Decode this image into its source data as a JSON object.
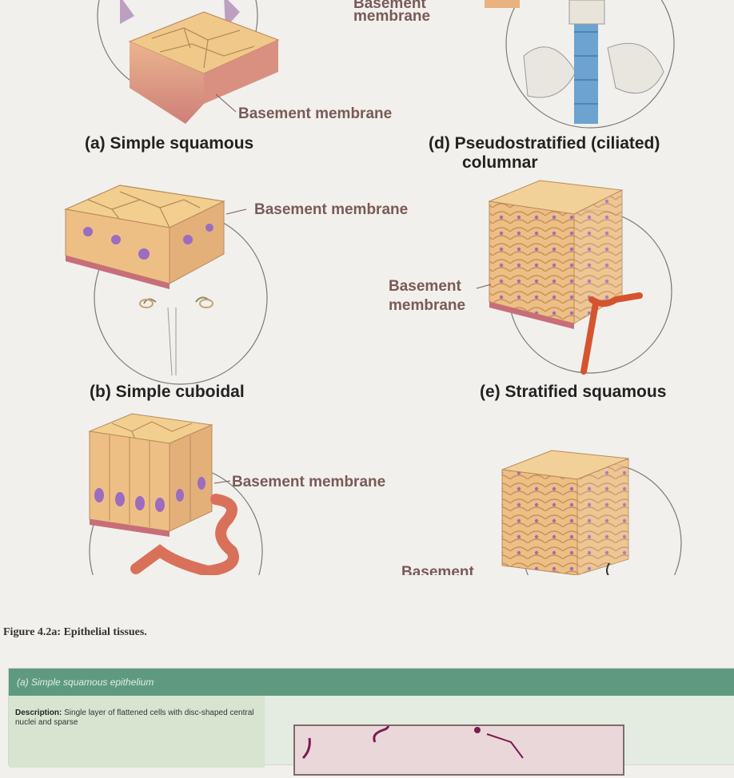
{
  "diagram": {
    "labels": {
      "bm_top_a": "Basement membrane",
      "bm_top_d": "Basement",
      "bm_top_d2": "membrane",
      "bm_b": "Basement membrane",
      "bm_c": "Basement membrane",
      "bm_e1": "Basement",
      "bm_e2": "membrane",
      "bm_f": "Basement"
    },
    "captions": {
      "a": "(a) Simple squamous",
      "b": "(b) Simple cuboidal",
      "d1": "(d) Pseudostratified (ciliated)",
      "d2": "columnar",
      "e": "(e) Stratified squamous"
    }
  },
  "figure_caption": "Figure 4.2a: Epithelial tissues.",
  "panel": {
    "header": "(a) Simple squamous epithelium",
    "description_label": "Description:",
    "description_text": "Single layer of flattened cells with disc-shaped central nuclei and sparse"
  },
  "colors": {
    "background": "#f1f0ec",
    "cell_fill": "#f0c98a",
    "cell_side": "#e7a986",
    "nucleus": "#9b6cc0",
    "vessel": "#d4542f",
    "panel_header": "#5f9a80",
    "bm_label": "#7a5a56"
  }
}
